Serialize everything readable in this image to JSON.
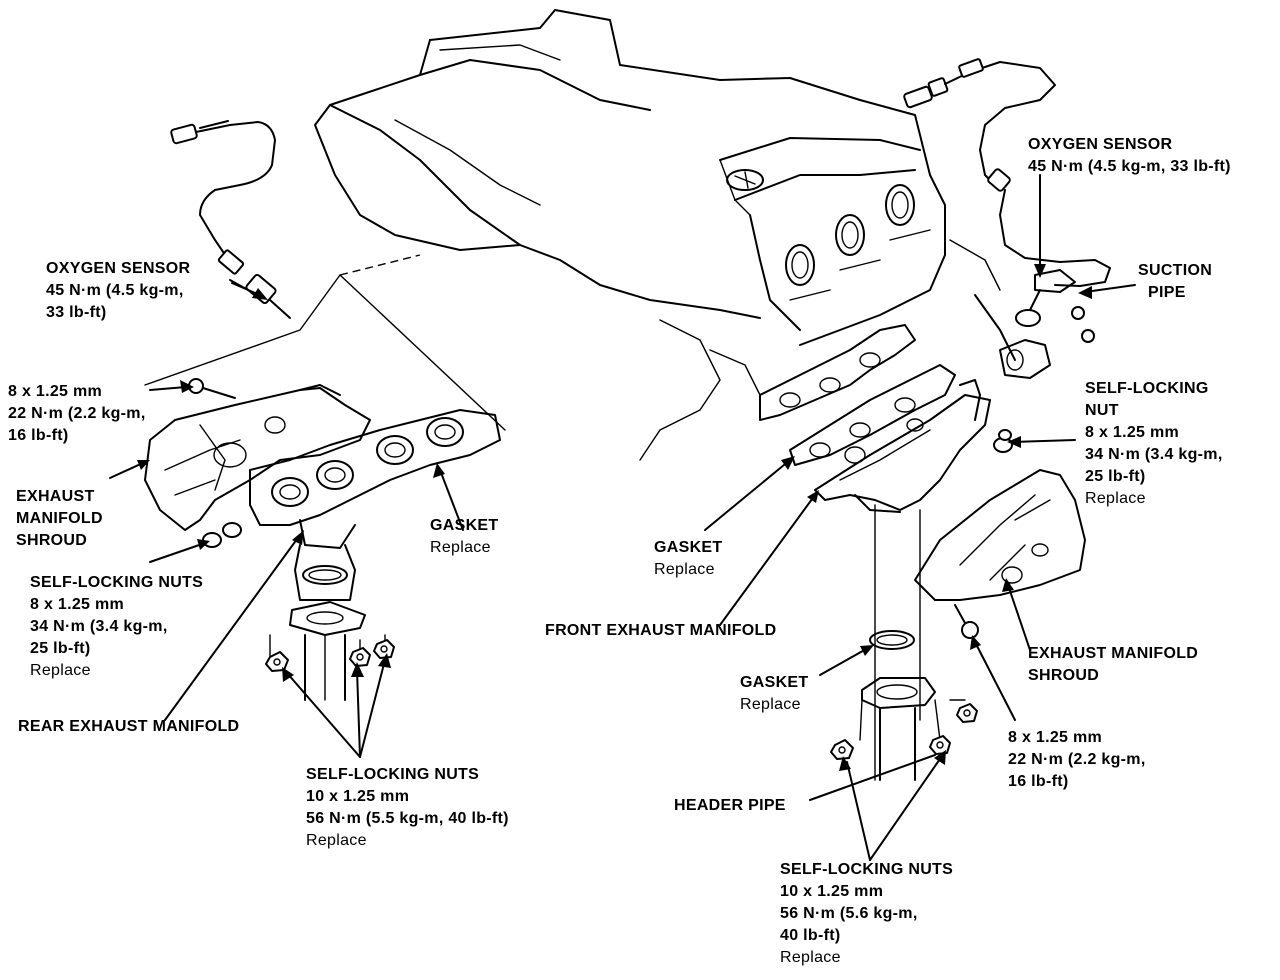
{
  "labels": {
    "oxygen_sensor_left": [
      "OXYGEN SENSOR",
      "45 N·m (4.5 kg-m,",
      "33 lb-ft)"
    ],
    "bolt_left": [
      "8 x 1.25 mm",
      "22 N·m (2.2 kg-m,",
      "16 lb-ft)"
    ],
    "shroud_left": [
      "EXHAUST",
      "MANIFOLD",
      "SHROUD"
    ],
    "gasket_left": [
      "GASKET"
    ],
    "gasket_left_note": [
      "Replace"
    ],
    "nuts_left_bold": [
      "SELF-LOCKING NUTS",
      "8 x 1.25 mm",
      "34 N·m (3.4 kg-m,",
      "25 lb-ft)"
    ],
    "nuts_left_note": [
      "Replace"
    ],
    "rear_manifold": [
      "REAR EXHAUST MANIFOLD"
    ],
    "nuts_left_bottom_bold": [
      "SELF-LOCKING NUTS",
      "10 x 1.25 mm",
      "56 N·m (5.5 kg-m, 40 lb-ft)"
    ],
    "nuts_left_bottom_note": [
      "Replace"
    ],
    "oxygen_sensor_right": [
      "OXYGEN SENSOR",
      "45 N·m (4.5 kg-m, 33 lb-ft)"
    ],
    "suction_pipe": [
      "SUCTION",
      "PIPE"
    ],
    "self_locking_nut_right_bold": [
      "SELF-LOCKING",
      "NUT",
      "8 x 1.25 mm",
      "34 N·m (3.4 kg-m,",
      "25 lb-ft)"
    ],
    "self_locking_nut_right_note": [
      "Replace"
    ],
    "gasket_mid": [
      "GASKET"
    ],
    "gasket_mid_note": [
      "Replace"
    ],
    "front_manifold": [
      "FRONT EXHAUST MANIFOLD"
    ],
    "shroud_right": [
      "EXHAUST MANIFOLD",
      "SHROUD"
    ],
    "gasket_lower": [
      "GASKET"
    ],
    "gasket_lower_note": [
      "Replace"
    ],
    "bolt_right": [
      "8 x 1.25 mm",
      "22 N·m (2.2 kg-m,",
      "16 lb-ft)"
    ],
    "header_pipe": [
      "HEADER PIPE"
    ],
    "nuts_bottom_bold": [
      "SELF-LOCKING NUTS",
      "10 x 1.25 mm",
      "56 N·m (5.6 kg-m,",
      "40 lb-ft)"
    ],
    "nuts_bottom_note": [
      "Replace"
    ]
  },
  "colors": {
    "ink": "#000000",
    "paper": "#ffffff"
  }
}
